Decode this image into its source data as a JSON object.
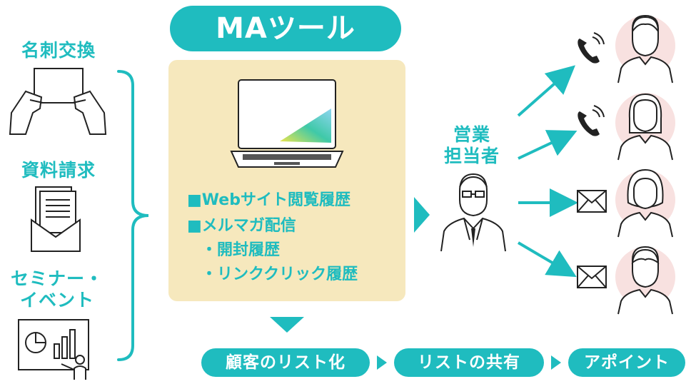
{
  "title": "MAツール",
  "left_sources": [
    "名刺交換",
    "資料請求",
    "セミナー・\nイベント"
  ],
  "history_items": [
    "■Webサイト閲覧履歴",
    "■メルマガ配信",
    "・開封履歴",
    "・リンククリック履歴"
  ],
  "sales_label": "営業\n担当者",
  "flow_steps": [
    "顧客のリスト化",
    "リストの共有",
    "アポイント"
  ],
  "icons": {
    "contacts": [
      "phone-icon",
      "phone-icon",
      "mail-icon",
      "mail-icon"
    ]
  },
  "colors": {
    "accent": "#1fbcbf",
    "panel": "#f6e8bd",
    "avatar_bg": "#f8e1e0"
  }
}
